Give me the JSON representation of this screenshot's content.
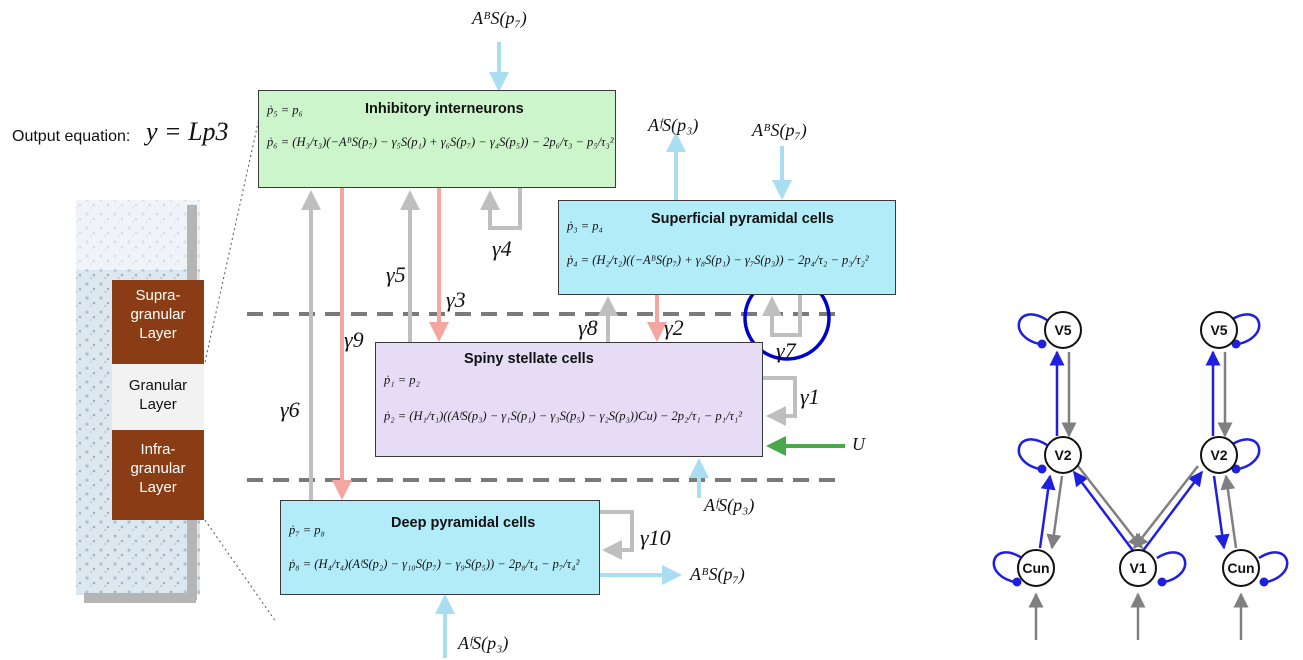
{
  "output_equation": {
    "label": "Output equation:",
    "formula": "y = Lp3"
  },
  "layers": [
    {
      "id": "supra",
      "text": "Supra-\ngranular\nLayer",
      "color": "#8a3d14"
    },
    {
      "id": "granular",
      "text": "Granular\nLayer",
      "color": "#f2f2f2"
    },
    {
      "id": "infra",
      "text": "Infra-\ngranular\nLayer",
      "color": "#8a3d14"
    }
  ],
  "populations": [
    {
      "id": "inhibitory",
      "title": "Inhibitory interneurons",
      "color": "#ccf5cc",
      "eq1": "ṗ₅ = p₆",
      "eq2": "ṗ₆ = (H₃/τ₃)(−AᴮS(p₇) − γ₅S(p₁) + γ₆S(p₇) − γ₄S(p₅)) − 2p₆/τ₃ − p₅/τ₃²"
    },
    {
      "id": "superficial",
      "title": "Superficial pyramidal cells",
      "color": "#b3ecf9",
      "eq1": "ṗ₃ = p₄",
      "eq2": "ṗ₄ = (H₂/τ₂)((−AᴮS(p₇) + γ₈S(p₁) − γ₇S(p₃)) − 2p₄/τ₂ − p₃/τ₂²"
    },
    {
      "id": "spiny",
      "title": "Spiny stellate cells",
      "color": "#e6dcf5",
      "eq1": "ṗ₁ = p₂",
      "eq2": "ṗ₂ = (H₁/τ₁)((AᶠS(p₃) − γ₁S(p₁) − γ₃S(p₅) − γ₂S(p₃))Cu) − 2p₂/τ₁ − p₁/τ₁²"
    },
    {
      "id": "deep",
      "title": "Deep pyramidal cells",
      "color": "#b3ecf9",
      "eq1": "ṗ₇ = p₈",
      "eq2": "ṗ₈ = (H₄/τ₄)(AᶠS(p₂) − γ₁₀S(p₇) − γ₉S(p₅)) − 2p₈/τ₄ − p₇/τ₄²"
    }
  ],
  "gammas": [
    "γ1",
    "γ2",
    "γ3",
    "γ4",
    "γ5",
    "γ6",
    "γ7",
    "γ8",
    "γ9",
    "γ10"
  ],
  "external_inputs": {
    "top": "AᴮS(p₇)",
    "superficial_out": "AᶠS(p₃)",
    "superficial_in": "AᴮS(p₇)",
    "spiny_in": "AᶠS(p₃)",
    "u": "U",
    "deep_out": "AᴮS(p₇)",
    "bottom": "AᶠS(p₃)"
  },
  "colors": {
    "input_arrow": "#a8ddf2",
    "excitatory": "#f4a7a0",
    "inhibitory": "#bfbfbf",
    "u_arrow": "#4aa84a",
    "highlight": "#0000cc",
    "network_blue": "#1f1fe0",
    "network_grey": "#808080"
  },
  "network": {
    "nodes": [
      {
        "id": "v5-left",
        "label": "V5"
      },
      {
        "id": "v5-right",
        "label": "V5"
      },
      {
        "id": "v2-left",
        "label": "V2"
      },
      {
        "id": "v2-right",
        "label": "V2"
      },
      {
        "id": "cun-left",
        "label": "Cun"
      },
      {
        "id": "v1",
        "label": "V1"
      },
      {
        "id": "cun-right",
        "label": "Cun"
      }
    ]
  }
}
